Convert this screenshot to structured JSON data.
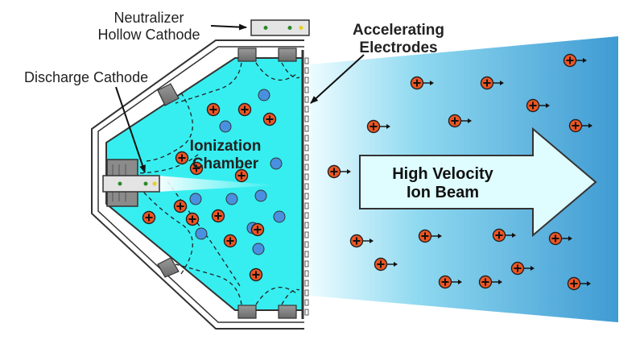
{
  "labels": {
    "neutralizer_line1": "Neutralizer",
    "neutralizer_line2": "Hollow Cathode",
    "accelerating_line1": "Accelerating",
    "accelerating_line2": "Electrodes",
    "discharge": "Discharge Cathode",
    "chamber_line1": "Ionization",
    "chamber_line2": "Chamber",
    "beam_line1": "High Velocity",
    "beam_line2": "Ion Beam"
  },
  "colors": {
    "chamber": "#35eef0",
    "beam_light": "#e9fbff",
    "beam_dark": "#3f9fd5",
    "ion": "#ee5522",
    "electron": "#4a90e0",
    "arrow_fill": "#dffcff",
    "outline": "#333333"
  },
  "icons": {
    "ion": "plus-in-circle",
    "electron": "filled-circle"
  }
}
